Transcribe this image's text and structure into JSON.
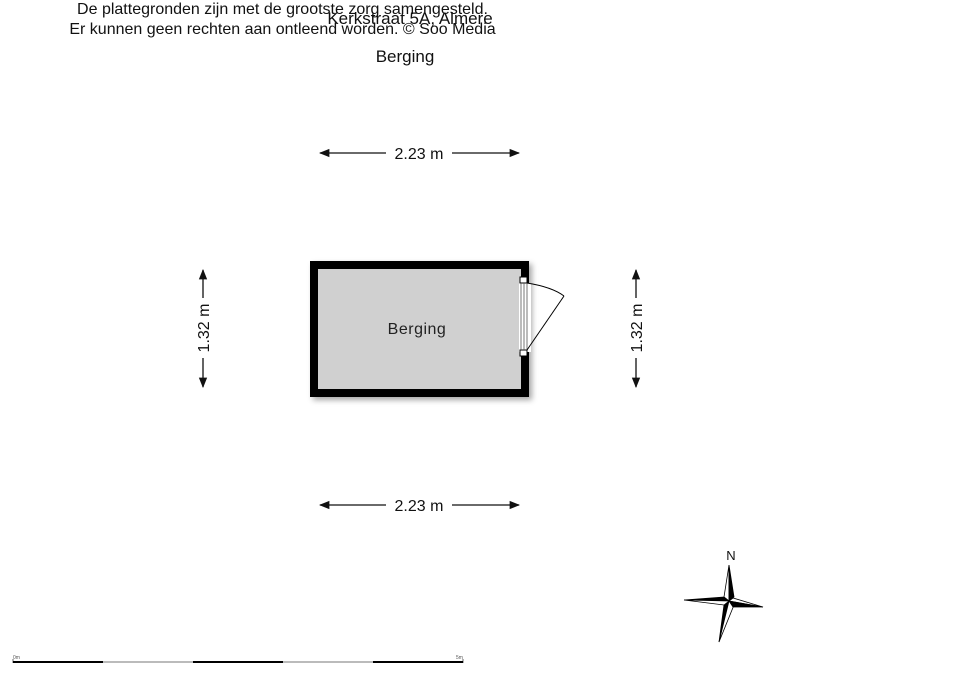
{
  "header": {
    "address": "Kerkstraat 5A, Almere",
    "floor_name": "Berging"
  },
  "dimensions": {
    "top": "2.23 m",
    "bottom": "2.23 m",
    "left": "1.32 m",
    "right": "1.32 m"
  },
  "room": {
    "label": "Berging",
    "fill_color": "#d0d0d0",
    "wall_color": "#000000"
  },
  "compass": {
    "north_label": "N",
    "icon": "compass-rose-icon"
  },
  "disclaimer": {
    "line1": "De plattegronden zijn met de grootste zorg samengesteld.",
    "line2": "Er kunnen geen rechten aan ontleend worden. © Soo Media"
  },
  "scale_bar": {
    "start_label": "0m",
    "end_label": "5m"
  }
}
